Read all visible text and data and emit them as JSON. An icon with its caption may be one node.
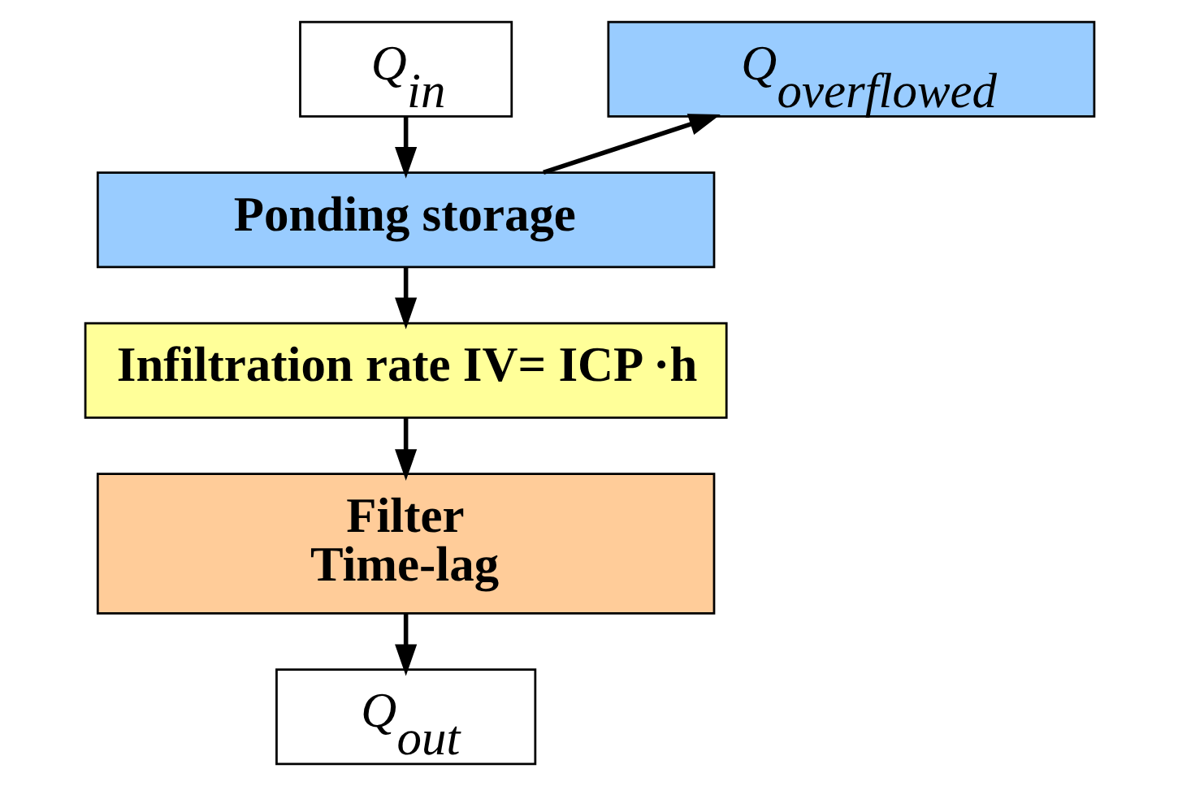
{
  "diagram": {
    "nodes": [
      {
        "text": [
          "Q$_{in}$"
        ]
      },
      {
        "text": [
          "Q$_{overflowed}$"
        ]
      },
      {
        "text": [
          "Ponding storage"
        ]
      },
      {
        "text": [
          "Infiltration rate IV= ICP ·h"
        ]
      },
      {
        "text": [
          "Filter",
          "Time-lag"
        ]
      },
      {
        "text": [
          "Q$_{out}$"
        ]
      }
    ],
    "edges": [
      {
        "from": 0,
        "to": 2,
        "arrow": "to"
      },
      {
        "from": 2,
        "to": 1,
        "arrow": "to"
      },
      {
        "from": 2,
        "to": 3,
        "arrow": "to"
      },
      {
        "from": 3,
        "to": 4,
        "arrow": "to"
      },
      {
        "from": 4,
        "to": 5,
        "arrow": "to"
      }
    ]
  }
}
